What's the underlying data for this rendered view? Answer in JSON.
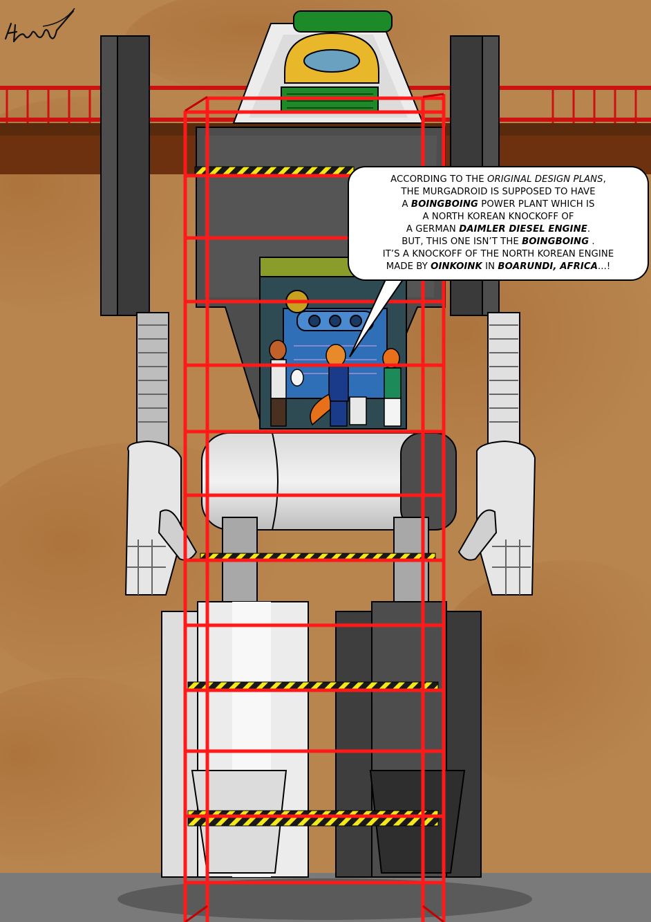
{
  "panel": {
    "signature_alt": "artist signature",
    "speech_bubble": {
      "lines": [
        [
          {
            "t": "ACCORDING TO THE ",
            "s": "n"
          },
          {
            "t": "ORIGINAL DESIGN PLANS",
            "s": "i"
          },
          {
            "t": ",",
            "s": "n"
          }
        ],
        [
          {
            "t": "THE MURGADROID IS SUPPOSED TO HAVE",
            "s": "n"
          }
        ],
        [
          {
            "t": "A ",
            "s": "n"
          },
          {
            "t": "BOINGBOING",
            "s": "b"
          },
          {
            "t": " POWER PLANT WHICH IS",
            "s": "n"
          }
        ],
        [
          {
            "t": "A NORTH KOREAN KNOCKOFF OF",
            "s": "n"
          }
        ],
        [
          {
            "t": "A GERMAN ",
            "s": "n"
          },
          {
            "t": "DAIMLER DIESEL ENGINE",
            "s": "b"
          },
          {
            "t": ".",
            "s": "n"
          }
        ],
        [
          {
            "t": "BUT, THIS ONE ISN’T THE ",
            "s": "n"
          },
          {
            "t": "BOINGBOING",
            "s": "b"
          },
          {
            "t": " .",
            "s": "n"
          }
        ],
        [
          {
            "t": "IT’S A KNOCKOFF OF THE NORTH KOREAN ENGINE",
            "s": "n"
          }
        ],
        [
          {
            "t": "MADE BY ",
            "s": "n"
          },
          {
            "t": "OINKOINK",
            "s": "b"
          },
          {
            "t": " IN ",
            "s": "n"
          },
          {
            "t": "BOARUNDI, AFRICA",
            "s": "b"
          },
          {
            "t": "...!",
            "s": "n"
          }
        ]
      ]
    }
  },
  "colors": {
    "wall": "#b8854f",
    "wall_stain": "#a4652f",
    "railing": "#cc1111",
    "scaffold": "#ff1a1a",
    "robot_dark": "#4d4d4d",
    "robot_light": "#e6e6e6",
    "floor": "#7a7a7a",
    "hazard": "#f4e81a"
  }
}
